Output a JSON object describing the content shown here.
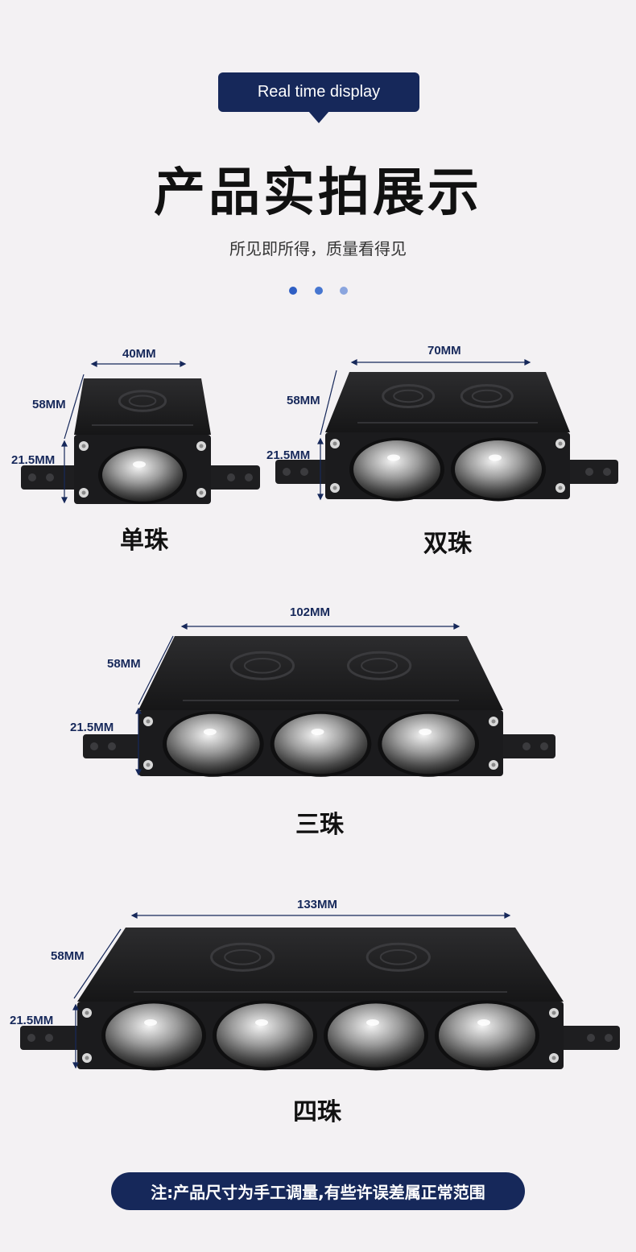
{
  "header": {
    "badge_text": "Real time display",
    "title": "产品实拍展示",
    "subtitle": "所见即所得，质量看得见",
    "dots": [
      "#2f5fc4",
      "#4676d0",
      "#8aa5de"
    ]
  },
  "products": [
    {
      "name": "单珠",
      "width": "40MM",
      "height": "58MM",
      "depth": "21.5MM",
      "lenses": 1
    },
    {
      "name": "双珠",
      "width": "70MM",
      "height": "58MM",
      "depth": "21.5MM",
      "lenses": 2
    },
    {
      "name": "三珠",
      "width": "102MM",
      "height": "58MM",
      "depth": "21.5MM",
      "lenses": 3
    },
    {
      "name": "四珠",
      "width": "133MM",
      "height": "58MM",
      "depth": "21.5MM",
      "lenses": 4
    }
  ],
  "footer": {
    "note": "注:产品尺寸为手工调量,有些许误差属正常范围"
  },
  "colors": {
    "accent": "#16285a",
    "background": "#f3f1f3",
    "housing": "#1b1b1d"
  }
}
